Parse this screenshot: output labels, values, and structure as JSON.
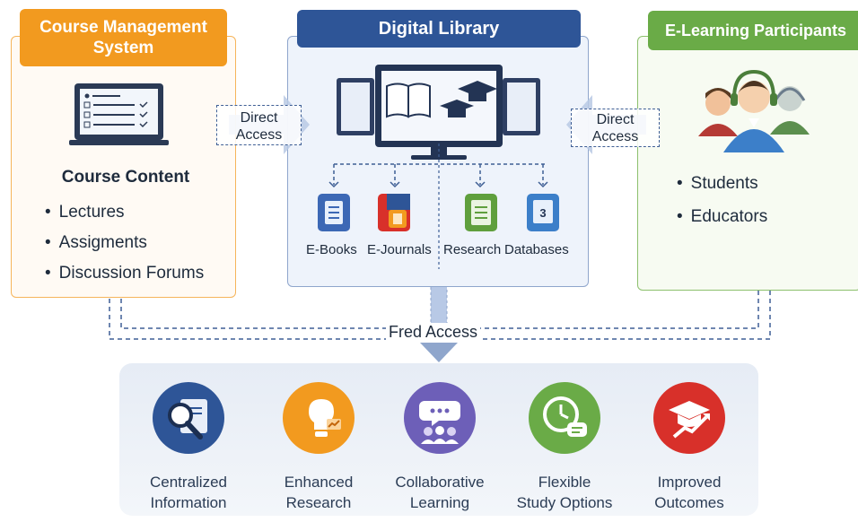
{
  "cms": {
    "title": "Course Management System",
    "content_title": "Course Content",
    "items": [
      "Lectures",
      "Assigments",
      "Discussion Forums"
    ]
  },
  "library": {
    "title": "Digital Library",
    "resources": [
      "E-Books",
      "E-Journals",
      "Research",
      "Databases"
    ]
  },
  "participants": {
    "title": "E-Learning Participants",
    "items": [
      "Students",
      "Educators"
    ]
  },
  "connectors": {
    "left_access": [
      "Direct",
      "Access"
    ],
    "right_access": [
      "Direct",
      "Access"
    ],
    "bottom_label": "Fred Access"
  },
  "benefits": [
    {
      "line1": "Centralized",
      "line2": "Information",
      "icon": "magnifier-document-icon",
      "color": "#2e5597"
    },
    {
      "line1": "Enhanced",
      "line2": "Research",
      "icon": "lightbulb-chart-icon",
      "color": "#f29a1f"
    },
    {
      "line1": "Collaborative",
      "line2": "Learning",
      "icon": "chat-people-icon",
      "color": "#6d5fb8"
    },
    {
      "line1": "Flexible",
      "line2": "Study Options",
      "icon": "clock-chat-icon",
      "color": "#6aab47"
    },
    {
      "line1": "Improved",
      "line2": "Outcomes",
      "icon": "graduation-cap-arrow-icon",
      "color": "#d8302a"
    }
  ],
  "colors": {
    "cms_accent": "#f29a1f",
    "library_accent": "#2e5597",
    "participants_accent": "#6aab47",
    "connector": "#3f5f95"
  }
}
